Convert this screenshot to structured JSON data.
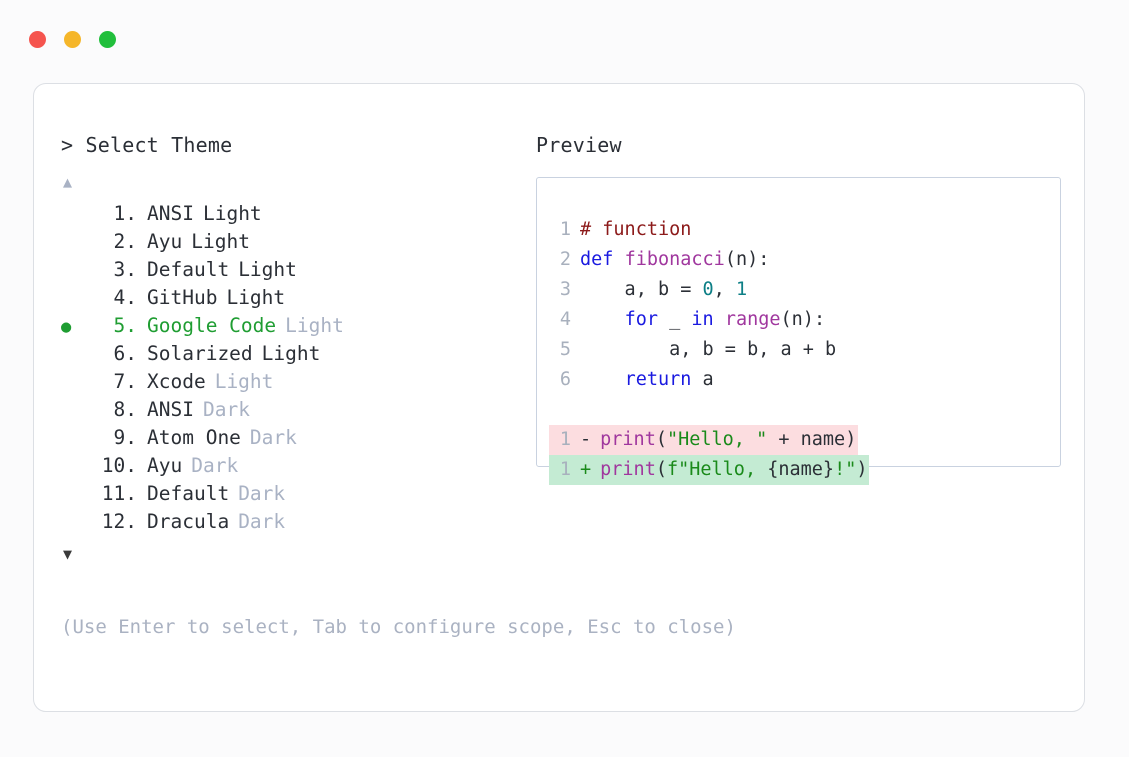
{
  "window": {
    "traffic_lights": [
      {
        "name": "close",
        "color": "#f5544e",
        "glyph": ""
      },
      {
        "name": "minimize",
        "color": "#f5b62a",
        "glyph": ""
      },
      {
        "name": "maximize",
        "color": "#21bf3c",
        "glyph": ""
      }
    ]
  },
  "prompt": {
    "title": "> Select Theme",
    "scroll_up": "▲",
    "scroll_down": "▼",
    "selected_index": 5,
    "bullet": "●",
    "accent_color": "#1f9d32",
    "muted_color": "#a9b2c4",
    "items": [
      {
        "index": "1.",
        "name": "ANSI",
        "variant": "Light",
        "variant_muted": false,
        "selected": false
      },
      {
        "index": "2.",
        "name": "Ayu",
        "variant": "Light",
        "variant_muted": false,
        "selected": false
      },
      {
        "index": "3.",
        "name": "Default",
        "variant": "Light",
        "variant_muted": false,
        "selected": false
      },
      {
        "index": "4.",
        "name": "GitHub",
        "variant": "Light",
        "variant_muted": false,
        "selected": false
      },
      {
        "index": "5.",
        "name": "Google Code",
        "variant": "Light",
        "variant_muted": true,
        "selected": true
      },
      {
        "index": "6.",
        "name": "Solarized",
        "variant": "Light",
        "variant_muted": false,
        "selected": false
      },
      {
        "index": "7.",
        "name": "Xcode",
        "variant": "Light",
        "variant_muted": true,
        "selected": false
      },
      {
        "index": "8.",
        "name": "ANSI",
        "variant": "Dark",
        "variant_muted": true,
        "selected": false
      },
      {
        "index": "9.",
        "name": "Atom One",
        "variant": "Dark",
        "variant_muted": true,
        "selected": false
      },
      {
        "index": "10.",
        "name": "Ayu",
        "variant": "Dark",
        "variant_muted": true,
        "selected": false
      },
      {
        "index": "11.",
        "name": "Default",
        "variant": "Dark",
        "variant_muted": true,
        "selected": false
      },
      {
        "index": "12.",
        "name": "Dracula",
        "variant": "Dark",
        "variant_muted": true,
        "selected": false
      }
    ]
  },
  "hint": "(Use Enter to select, Tab to configure scope, Esc to close)",
  "preview": {
    "title": "Preview",
    "code_lines": [
      {
        "lineno": "1",
        "tokens": [
          {
            "text": "# function",
            "type": "comment"
          }
        ]
      },
      {
        "lineno": "2",
        "tokens": [
          {
            "text": "def ",
            "type": "kw"
          },
          {
            "text": "fibonacci",
            "type": "fn"
          },
          {
            "text": "(n):",
            "type": "plain"
          }
        ]
      },
      {
        "lineno": "3",
        "tokens": [
          {
            "text": "    a, b = ",
            "type": "plain"
          },
          {
            "text": "0",
            "type": "num"
          },
          {
            "text": ", ",
            "type": "plain"
          },
          {
            "text": "1",
            "type": "num"
          }
        ]
      },
      {
        "lineno": "4",
        "tokens": [
          {
            "text": "    ",
            "type": "plain"
          },
          {
            "text": "for",
            "type": "kw"
          },
          {
            "text": " _ ",
            "type": "plain"
          },
          {
            "text": "in",
            "type": "kw"
          },
          {
            "text": " ",
            "type": "plain"
          },
          {
            "text": "range",
            "type": "fn"
          },
          {
            "text": "(n):",
            "type": "plain"
          }
        ]
      },
      {
        "lineno": "5",
        "tokens": [
          {
            "text": "        a, b = b, a + b",
            "type": "plain"
          }
        ]
      },
      {
        "lineno": "6",
        "tokens": [
          {
            "text": "    ",
            "type": "plain"
          },
          {
            "text": "return",
            "type": "kw"
          },
          {
            "text": " a",
            "type": "plain"
          }
        ]
      }
    ],
    "diff": {
      "removed": {
        "lineno": "1",
        "sign": "-",
        "bg": "#fcdde0",
        "tokens": [
          {
            "text": "print",
            "type": "fn"
          },
          {
            "text": "(",
            "type": "plain"
          },
          {
            "text": "\"Hello, \"",
            "type": "str"
          },
          {
            "text": " + name)",
            "type": "plain"
          }
        ]
      },
      "added": {
        "lineno": "1",
        "sign": "+",
        "bg": "#c4ebd3",
        "tokens": [
          {
            "text": "print",
            "type": "fn"
          },
          {
            "text": "(",
            "type": "plain"
          },
          {
            "text": "f\"Hello, ",
            "type": "str"
          },
          {
            "text": "{name}",
            "type": "plain"
          },
          {
            "text": "!\"",
            "type": "str"
          },
          {
            "text": ")",
            "type": "plain"
          }
        ]
      }
    }
  }
}
